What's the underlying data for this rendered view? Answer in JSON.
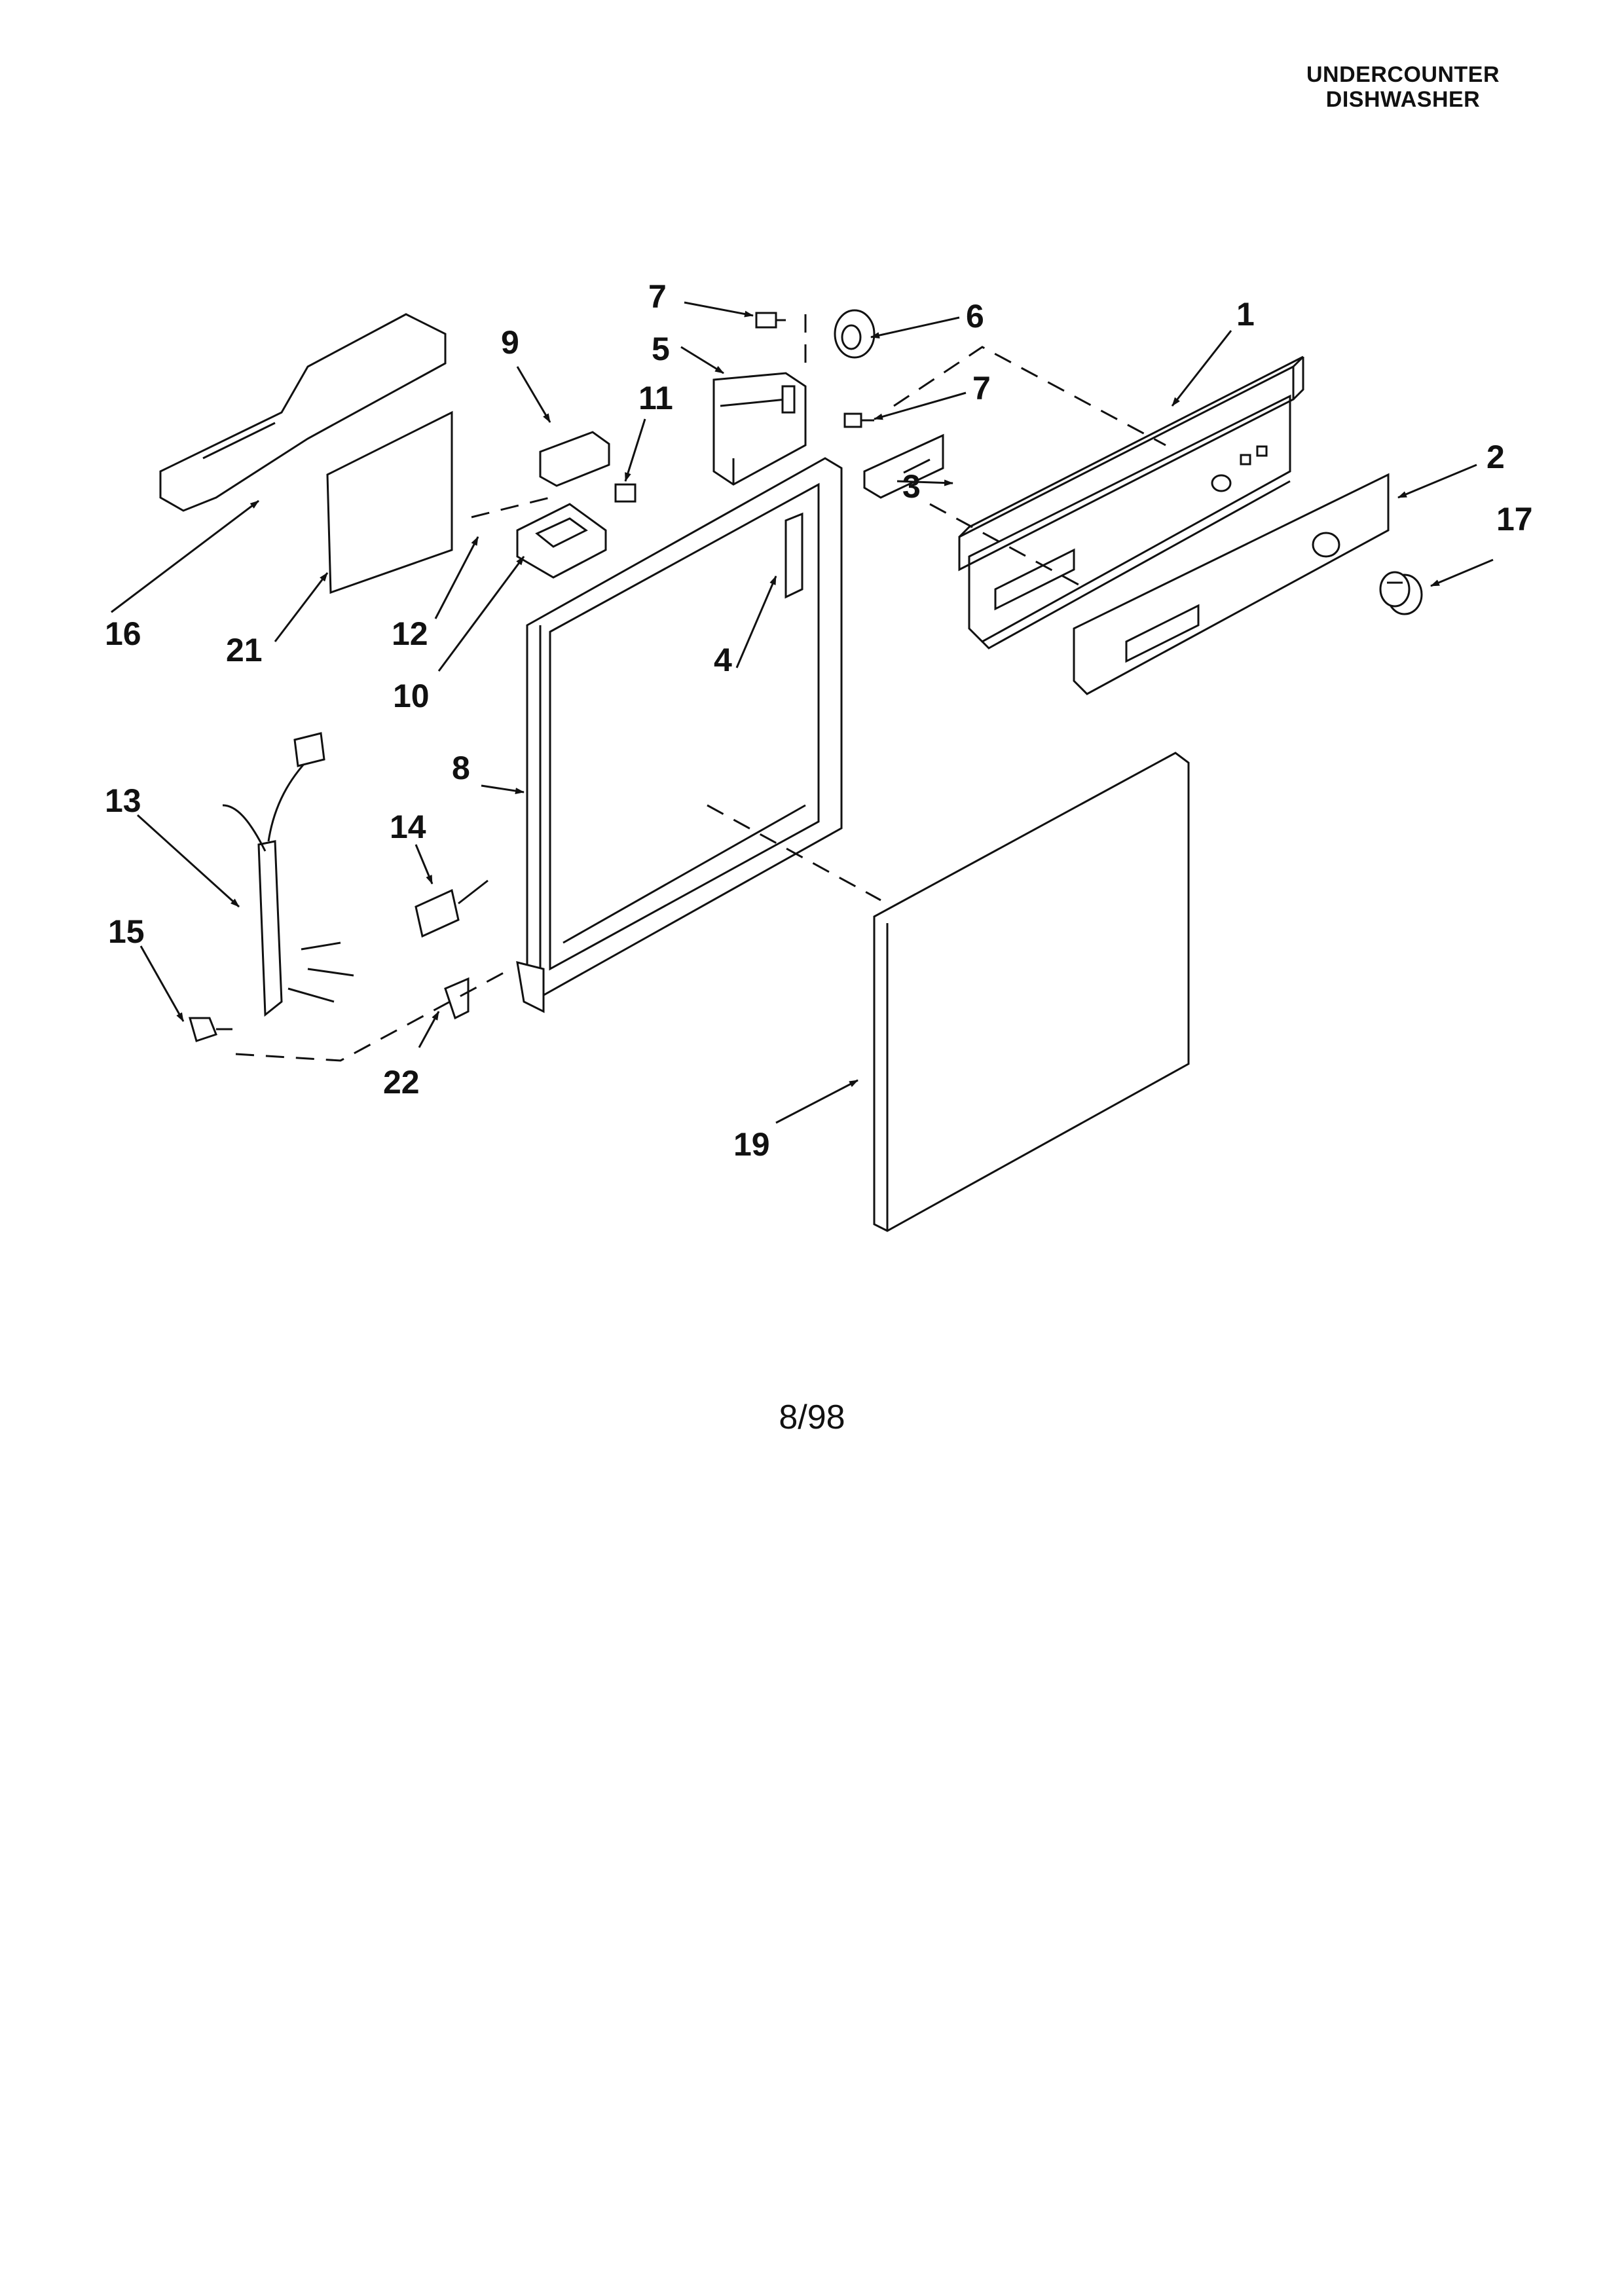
{
  "header": {
    "line1": "UNDERCOUNTER",
    "line2": "DISHWASHER"
  },
  "callouts": {
    "p1": "1",
    "p2": "2",
    "p3": "3",
    "p4": "4",
    "p5": "5",
    "p6": "6",
    "p7a": "7",
    "p7b": "7",
    "p8": "8",
    "p9": "9",
    "p10": "10",
    "p11": "11",
    "p12": "12",
    "p13": "13",
    "p14": "14",
    "p15": "15",
    "p16": "16",
    "p17": "17",
    "p19": "19",
    "p21": "21",
    "p22": "22"
  },
  "footer": {
    "date": "8/98"
  },
  "colors": {
    "ink": "#111111",
    "paper": "#ffffff"
  }
}
